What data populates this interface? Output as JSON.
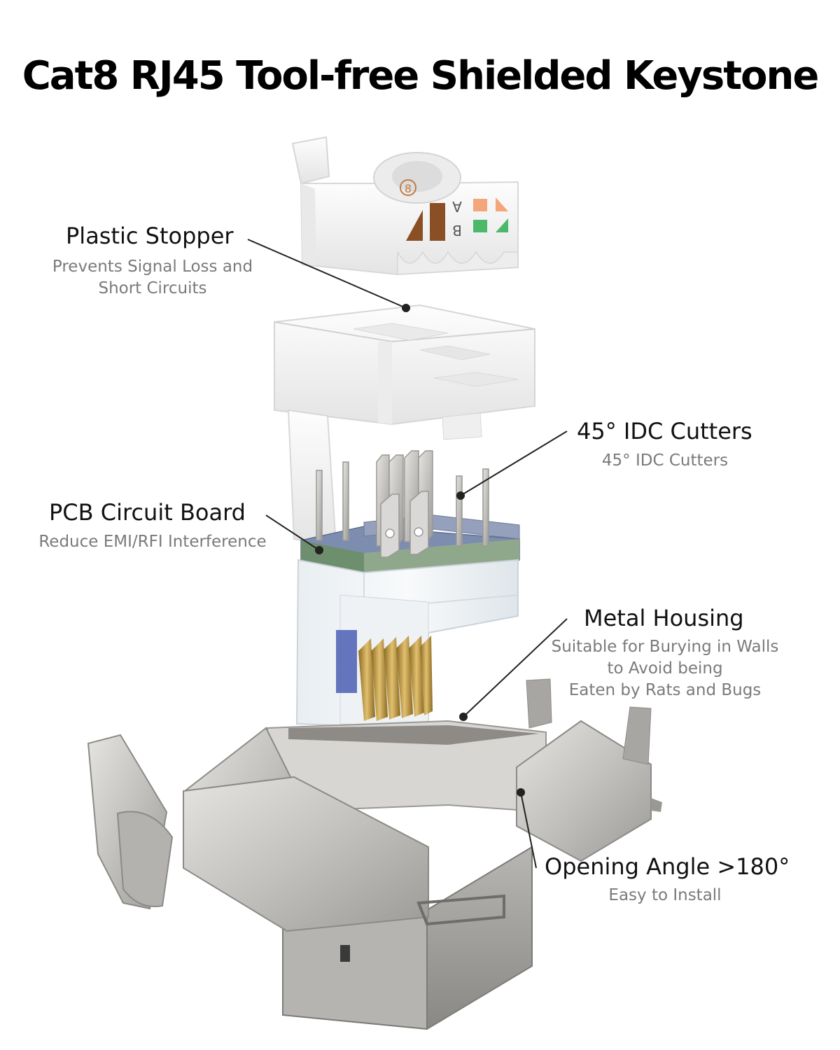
{
  "title": "Cat8 RJ45 Tool-free Shielded Keystone",
  "callouts": {
    "plastic_stopper": {
      "title": "Plastic Stopper",
      "lines": [
        "Prevents Signal Loss and",
        "Short Circuits"
      ]
    },
    "idc_cutters": {
      "title": "45° IDC Cutters",
      "lines": [
        "45° IDC Cutters"
      ]
    },
    "pcb": {
      "title": "PCB Circuit Board",
      "lines": [
        "Reduce EMI/RFI Interference"
      ]
    },
    "metal_housing": {
      "title": "Metal Housing",
      "lines": [
        "Suitable for Burying in Walls",
        "to Avoid being",
        "Eaten by Rats and Bugs"
      ]
    },
    "opening_angle": {
      "title": "Opening Angle >180°",
      "lines": [
        "Easy to Install"
      ]
    }
  },
  "cap_markings": {
    "pair_a": "A",
    "pair_b": "B",
    "pair_number": "8"
  },
  "colors": {
    "wire_brown": "#8a4f25",
    "wire_orange": "#f2a67a",
    "wire_green": "#4cb86a",
    "pcb_green": "#6e8f6e",
    "metal": "#c4c2bf",
    "gold_contact": "#c9a24a",
    "plastic_white": "#f4f4f4"
  }
}
